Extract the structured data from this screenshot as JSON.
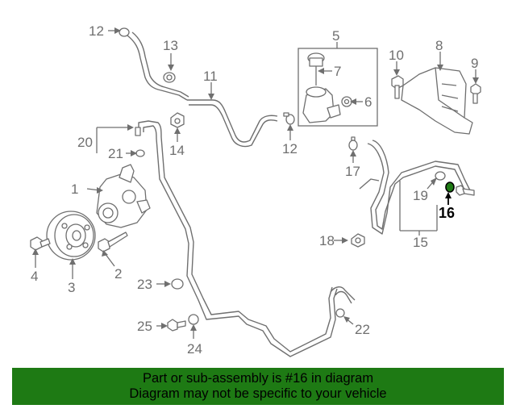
{
  "diagram": {
    "callouts": [
      "1",
      "2",
      "3",
      "4",
      "5",
      "6",
      "7",
      "8",
      "9",
      "10",
      "11",
      "12",
      "13",
      "14",
      "15",
      "17",
      "18",
      "19",
      "20",
      "21",
      "22",
      "23",
      "24",
      "25"
    ],
    "highlighted_callout": "16",
    "colors": {
      "lines": "#6f6f6f",
      "highlight": "#000000",
      "banner": "#1e7a14"
    }
  },
  "footer": {
    "line1": "Part or sub-assembly is #16 in diagram",
    "line2": "Diagram may not be specific to your vehicle"
  }
}
